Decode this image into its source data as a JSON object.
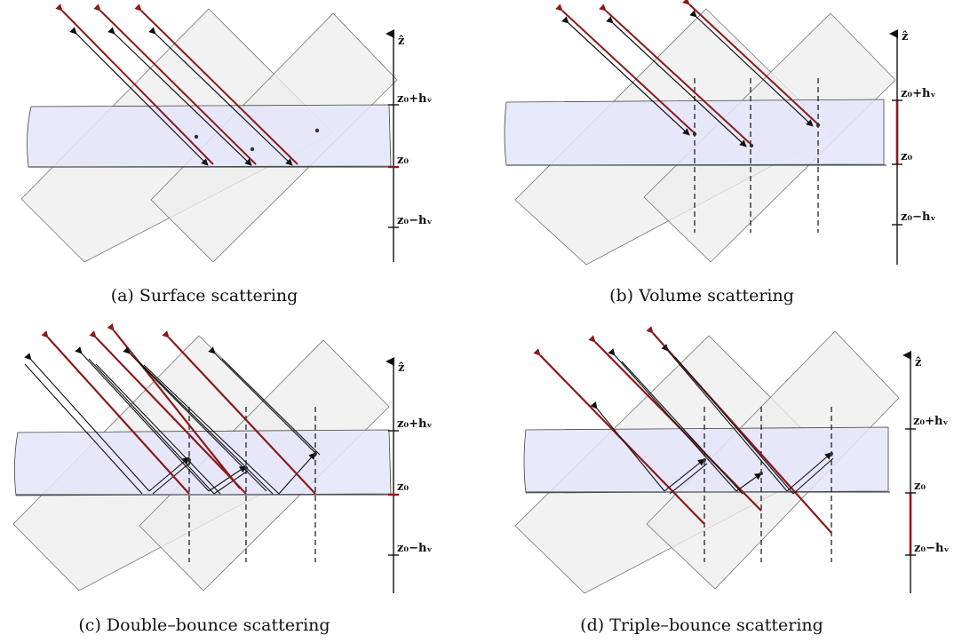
{
  "panels": [
    {
      "caption": "(a)  Surface scattering",
      "ticks": {
        "upper": "z₀+hᵥ",
        "middle": "z₀",
        "lower": "z₀−hᵥ"
      },
      "axis": "ẑ",
      "highlight": "z0-point"
    },
    {
      "caption": "(b)  Volume scattering",
      "ticks": {
        "upper": "z₀+hᵥ",
        "middle": "z₀",
        "lower": "z₀−hᵥ"
      },
      "axis": "ẑ",
      "highlight": "upper-segment"
    },
    {
      "caption": "(c)  Double–bounce scattering",
      "ticks": {
        "upper": "z₀+hᵥ",
        "middle": "z₀",
        "lower": "z₀−hᵥ"
      },
      "axis": "ẑ",
      "highlight": "z0-point"
    },
    {
      "caption": "(d)  Triple–bounce scattering",
      "ticks": {
        "upper": "z₀+hᵥ",
        "middle": "z₀",
        "lower": "z₀−hᵥ"
      },
      "axis": "ẑ",
      "highlight": "lower-segment"
    }
  ],
  "colors": {
    "ray": "#8b1a1a",
    "layer": "#e4e6fa",
    "beam": "#ededed",
    "axis": "#111111"
  }
}
